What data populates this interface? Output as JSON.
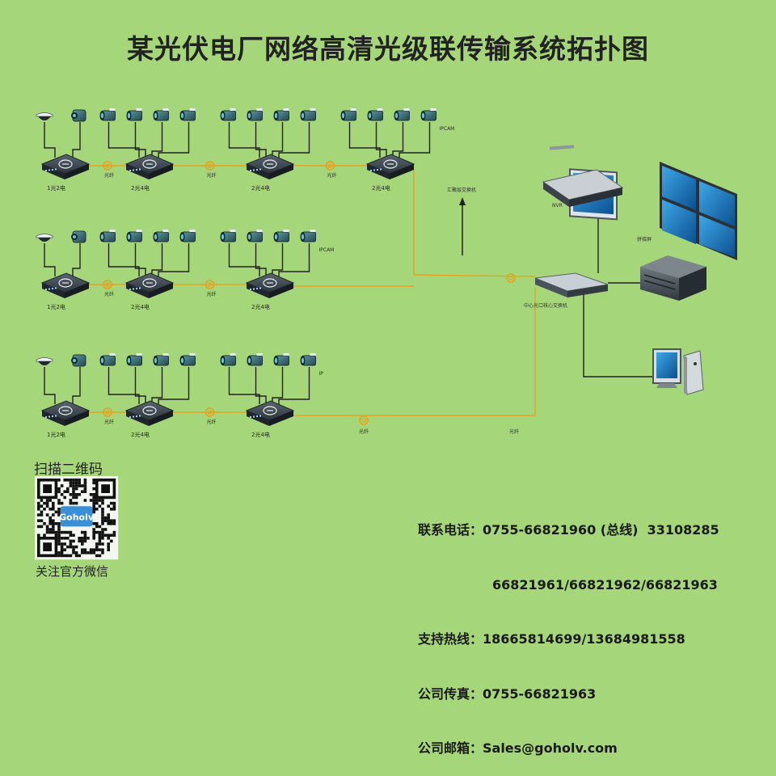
{
  "title": "某光伏电厂网络高清光级联传输系统拓扑图",
  "rows": [
    {
      "name": "row-1",
      "y": 0,
      "groups": [
        {
          "label": "1光2电",
          "cams": [
            "dome",
            "ptz"
          ],
          "cam_label": ""
        },
        {
          "label": "2光4电",
          "cams": [
            "box",
            "box",
            "box",
            "box"
          ],
          "cam_label": ""
        },
        {
          "label": "2光4电",
          "cams": [
            "box",
            "box",
            "box",
            "box"
          ],
          "cam_label": ""
        },
        {
          "label": "2光4电",
          "cams": [
            "box",
            "box",
            "box",
            "box"
          ],
          "cam_label": "IPCAM"
        }
      ],
      "links": [
        "光纤",
        "光纤",
        "光纤"
      ]
    },
    {
      "name": "row-2",
      "groups": [
        {
          "label": "1光2电",
          "cams": [
            "dome",
            "ptz"
          ],
          "cam_label": ""
        },
        {
          "label": "2光4电",
          "cams": [
            "box",
            "box",
            "box",
            "box"
          ],
          "cam_label": ""
        },
        {
          "label": "2光4电",
          "cams": [
            "box",
            "box",
            "box",
            "box"
          ],
          "cam_label": "IPCAM"
        }
      ],
      "links": [
        "光纤",
        "光纤"
      ]
    },
    {
      "name": "row-3",
      "groups": [
        {
          "label": "1光2电",
          "cams": [
            "dome",
            "ptz"
          ],
          "cam_label": ""
        },
        {
          "label": "2光4电",
          "cams": [
            "box",
            "box",
            "box",
            "box"
          ],
          "cam_label": ""
        },
        {
          "label": "2光4电",
          "cams": [
            "box",
            "box",
            "box",
            "box"
          ],
          "cam_label": "IP"
        }
      ],
      "links": [
        "光纤",
        "光纤"
      ]
    }
  ],
  "trunk_labels": [
    "光纤",
    "光纤"
  ],
  "right_labels": {
    "aggregation_switch": "汇聚层交换机",
    "nvr": "NVR",
    "video_wall": "拼接屏",
    "core_switch": "中心光口核心交换机"
  },
  "qr": {
    "top_caption": "扫描二维码",
    "brand": "Goholv",
    "bottom_caption": "关注官方微信"
  },
  "contact": {
    "phone_label": "联系电话：",
    "phone_value": "0755-66821960 (总线)  33108285",
    "phone_value_2": "66821961/66821962/66821963",
    "hotline_label": "支持热线：",
    "hotline_value": "18665814699/13684981558",
    "fax_label": "公司传真：",
    "fax_value": "0755-66821963",
    "email_label": "公司邮箱：",
    "email_value": "Sales@goholv.com"
  },
  "colors": {
    "background": "#a6d67a",
    "fiber": "#e6a21c",
    "cable": "#222222",
    "switch_body": "#2f3942",
    "camera_body": "#3b6f78"
  }
}
